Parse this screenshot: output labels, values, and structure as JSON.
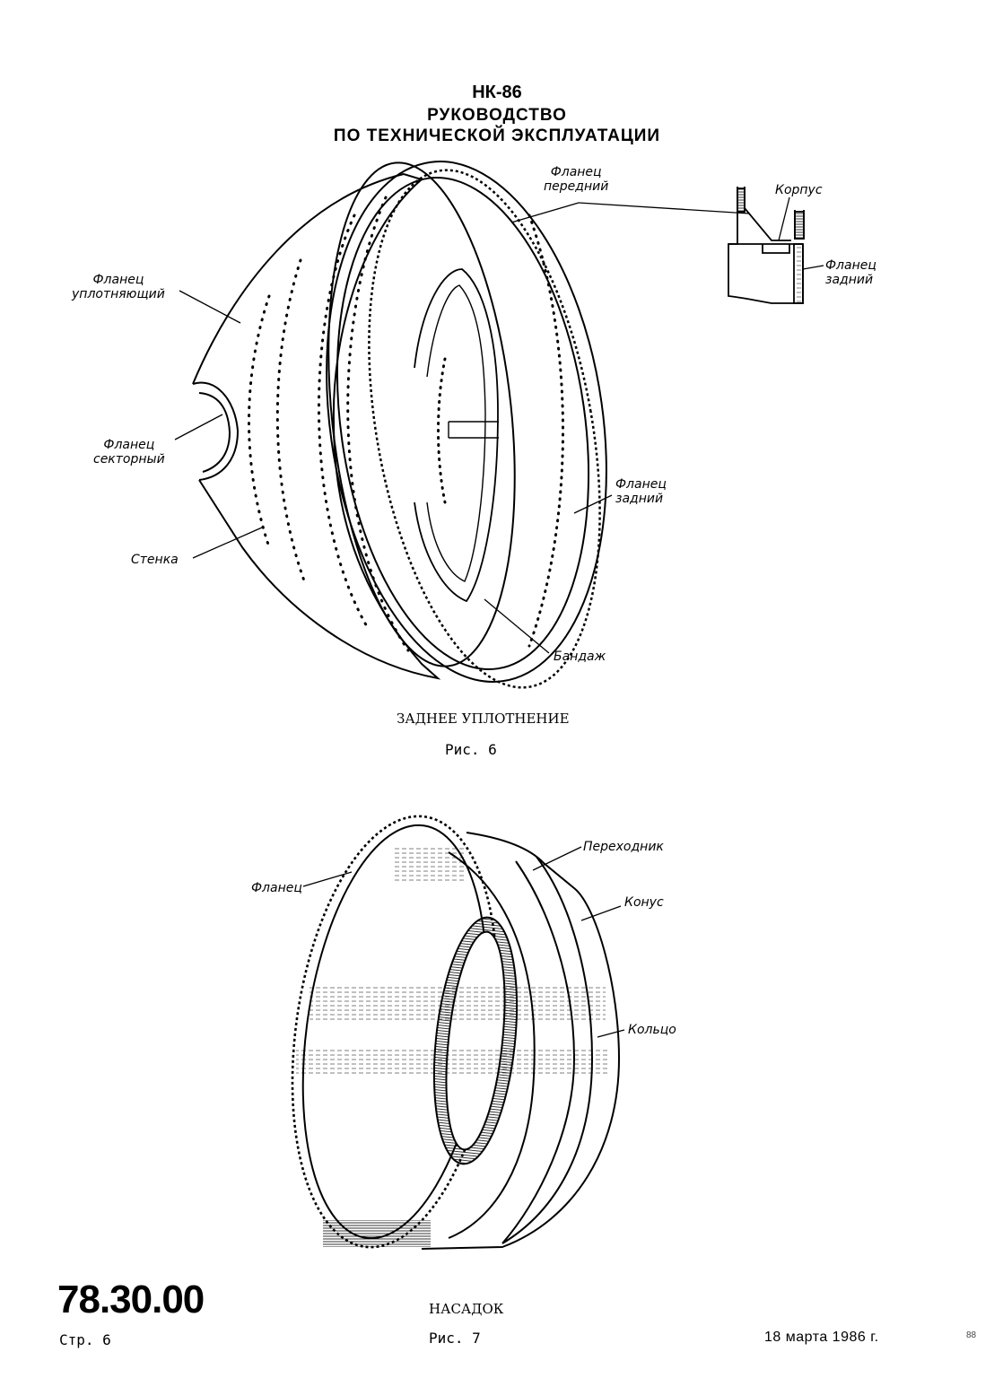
{
  "header": {
    "line1": "НК-86",
    "line2": "РУКОВОДСТВО",
    "line3": "ПО ТЕХНИЧЕСКОЙ ЭКСПЛУАТАЦИИ"
  },
  "figure6": {
    "labels": {
      "flange_front": [
        "Фланец",
        "передний"
      ],
      "housing": "Корпус",
      "flange_rear_detail": [
        "Фланец",
        "задний"
      ],
      "flange_sealing": [
        "Фланец",
        "уплотняющий"
      ],
      "flange_sector": [
        "Фланец",
        "секторный"
      ],
      "flange_rear": [
        "Фланец",
        "задний"
      ],
      "wall": "Стенка",
      "band": "Бандаж"
    },
    "caption_title": "ЗАДНЕЕ УПЛОТНЕНИЕ",
    "caption_num": "Рис. 6"
  },
  "figure7": {
    "labels": {
      "adapter": "Переходник",
      "flange": "Фланец",
      "cone": "Конус",
      "ring": "Кольцо"
    },
    "caption_title": "НАСАДОК",
    "caption_num": "Рис. 7"
  },
  "footer": {
    "section_code": "78.30.00",
    "page": "Стр. 6",
    "date": "18 марта 1986 г.",
    "mark": "88"
  }
}
